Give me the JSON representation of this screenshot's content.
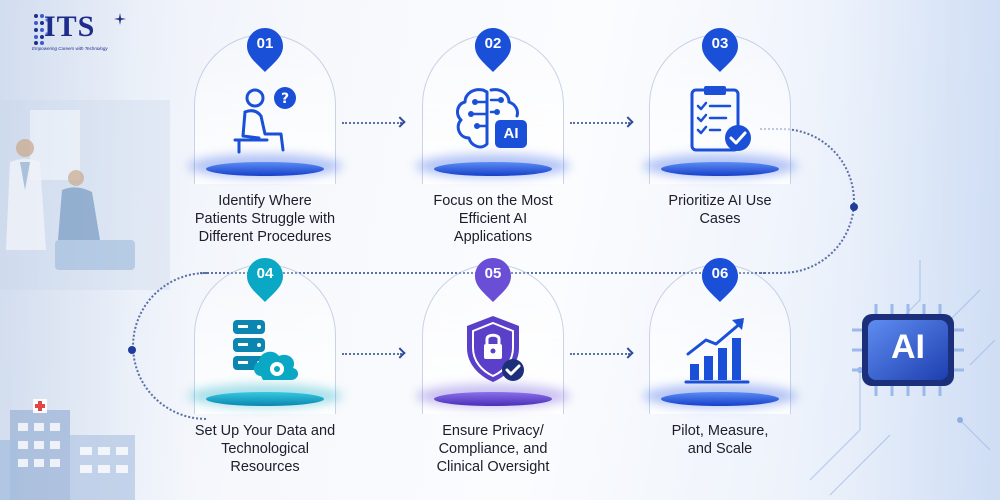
{
  "logo": {
    "text": "ITS",
    "tagline": "Empowering Careers with Technology"
  },
  "colors": {
    "blue": "#1a4fd8",
    "teal": "#0aa8c4",
    "purple": "#6a4fd6",
    "connector": "#5a6fa5",
    "text": "#1d1d2b"
  },
  "steps": [
    {
      "number": "01",
      "icon": "person-question-icon",
      "lines": [
        "Identify Where",
        "Patients Struggle with",
        "Different Procedures"
      ]
    },
    {
      "number": "02",
      "icon": "ai-brain-icon",
      "icon_text": "AI",
      "lines": [
        "Focus on the Most",
        "Efficient AI",
        "Applications"
      ]
    },
    {
      "number": "03",
      "icon": "clipboard-check-icon",
      "lines": [
        "Prioritize AI Use",
        "Cases"
      ]
    },
    {
      "number": "04",
      "icon": "database-cloud-icon",
      "lines": [
        "Set Up Your Data and",
        "Technological",
        "Resources"
      ]
    },
    {
      "number": "05",
      "icon": "shield-lock-icon",
      "lines": [
        "Ensure Privacy/",
        "Compliance, and",
        "Clinical Oversight"
      ]
    },
    {
      "number": "06",
      "icon": "growth-chart-icon",
      "lines": [
        "Pilot, Measure,",
        "and Scale"
      ]
    }
  ],
  "ai_chip": {
    "text": "AI"
  }
}
